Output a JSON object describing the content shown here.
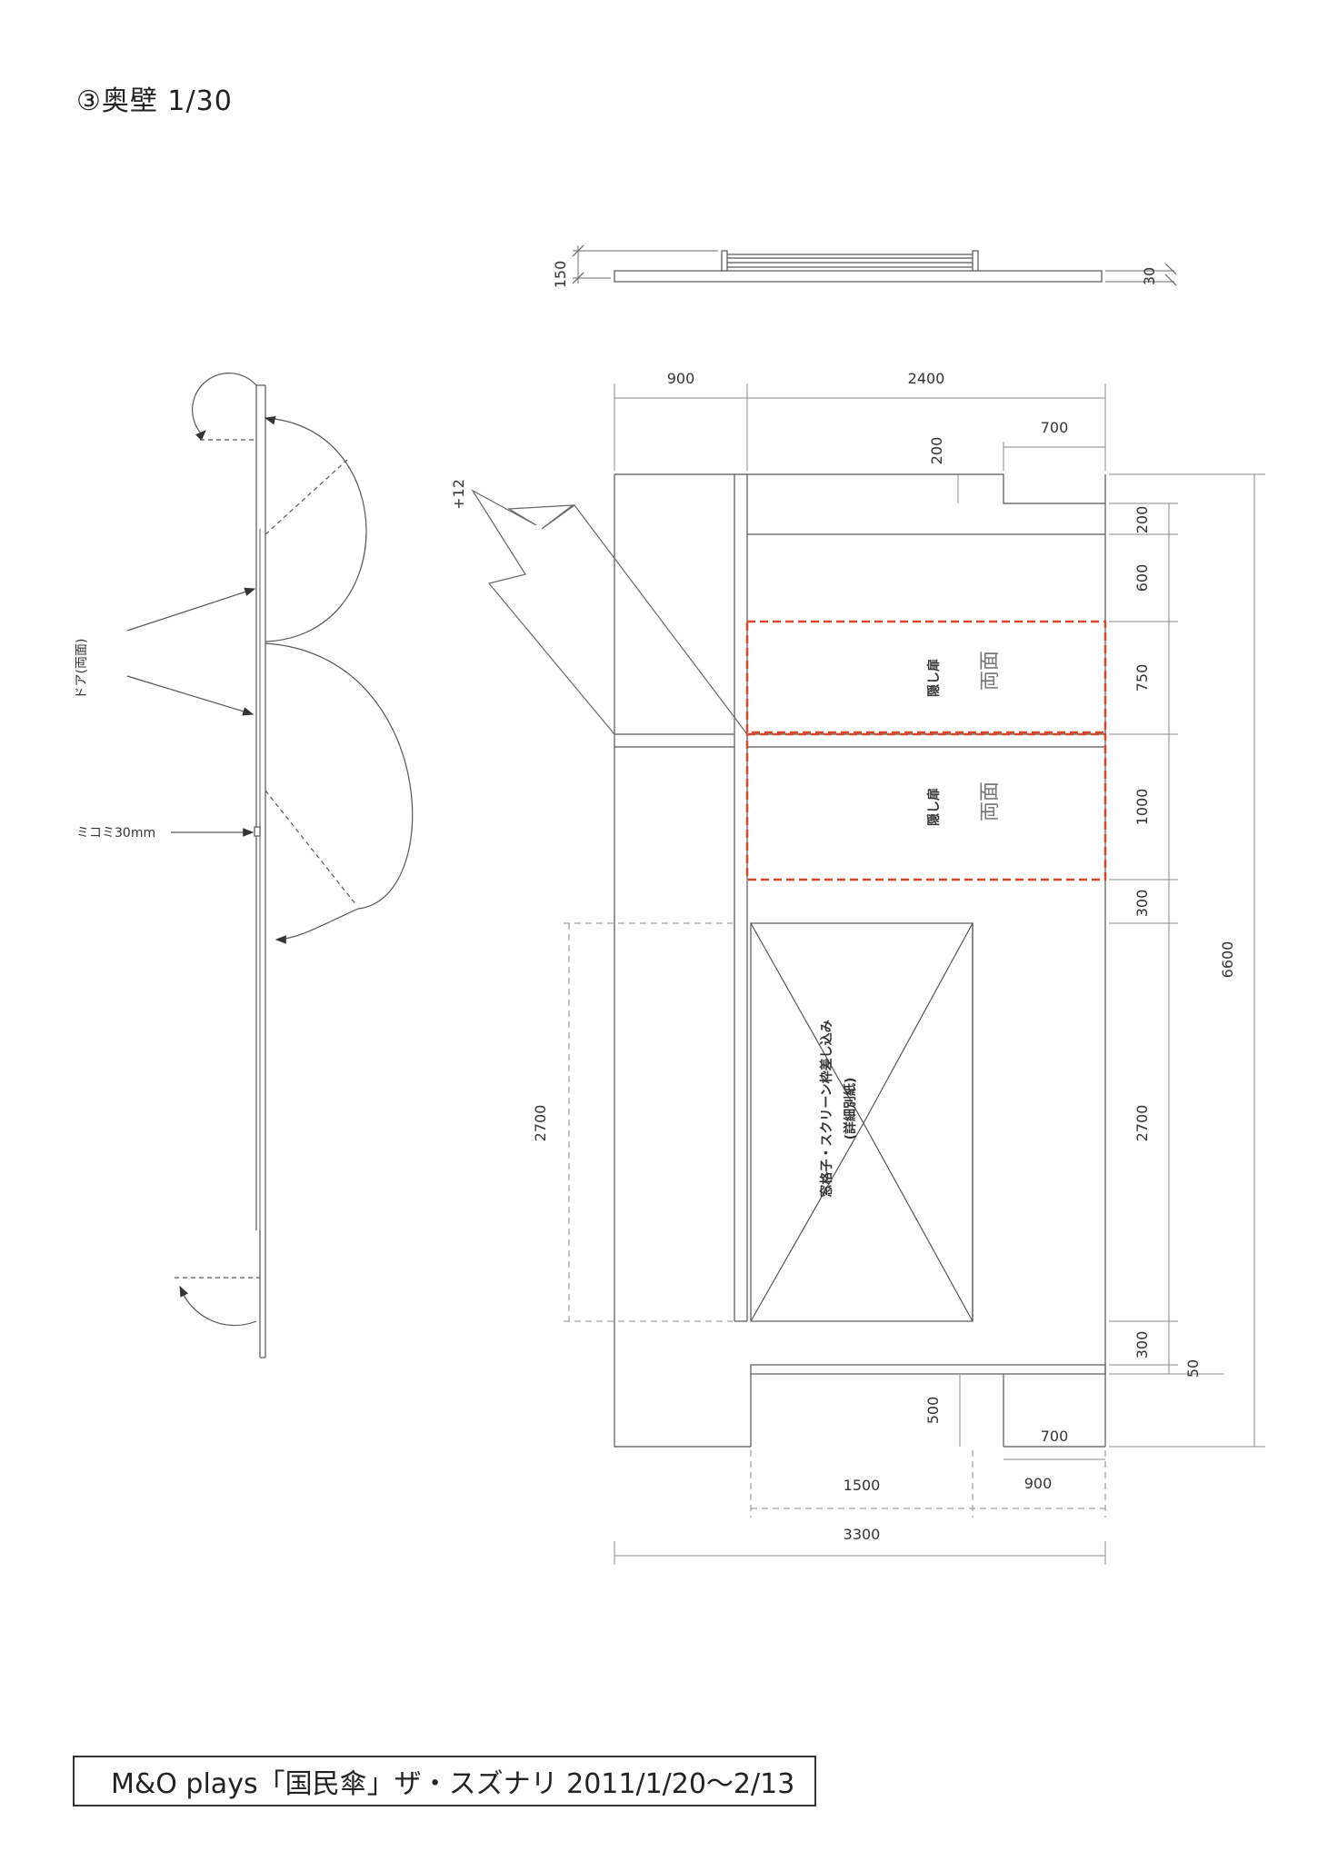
{
  "title": "③奥壁 1/30",
  "footer": "M&O plays「国民傘」ザ・スズナリ 2011/1/20〜2/13",
  "colors": {
    "line": "#555555",
    "dim_line": "#888888",
    "hidden_door_outline": "#d9472b"
  },
  "side_view": {
    "door_label": "ドア(両面)",
    "inset_label": "ミコミ30mm"
  },
  "top_view": {
    "dims": {
      "depth": "150",
      "thickness": "30"
    }
  },
  "elevation": {
    "top_dims": {
      "left_width": "900",
      "right_width": "2400",
      "notch_width": "700",
      "notch_height": "200"
    },
    "right_dims": {
      "d1": "200",
      "d2": "600",
      "d3": "750",
      "d4": "1000",
      "d5": "300",
      "d6": "2700",
      "d7": "300",
      "d8": "50",
      "total": "6600"
    },
    "left_dims": {
      "window_height": "2700"
    },
    "bottom_dims": {
      "step_height": "500",
      "step_right": "700",
      "w1500": "1500",
      "w900": "900",
      "total": "3300"
    },
    "misc": {
      "offset": "+12"
    },
    "hidden_door_label_1": "隠し扉",
    "hidden_door_label_2": "隠し扉",
    "handwritten_note_1": "両面",
    "handwritten_note_2": "両面",
    "window_label_line1": "窓格子・スクリーン枠差し込み",
    "window_label_line2": "(詳細別紙)"
  }
}
